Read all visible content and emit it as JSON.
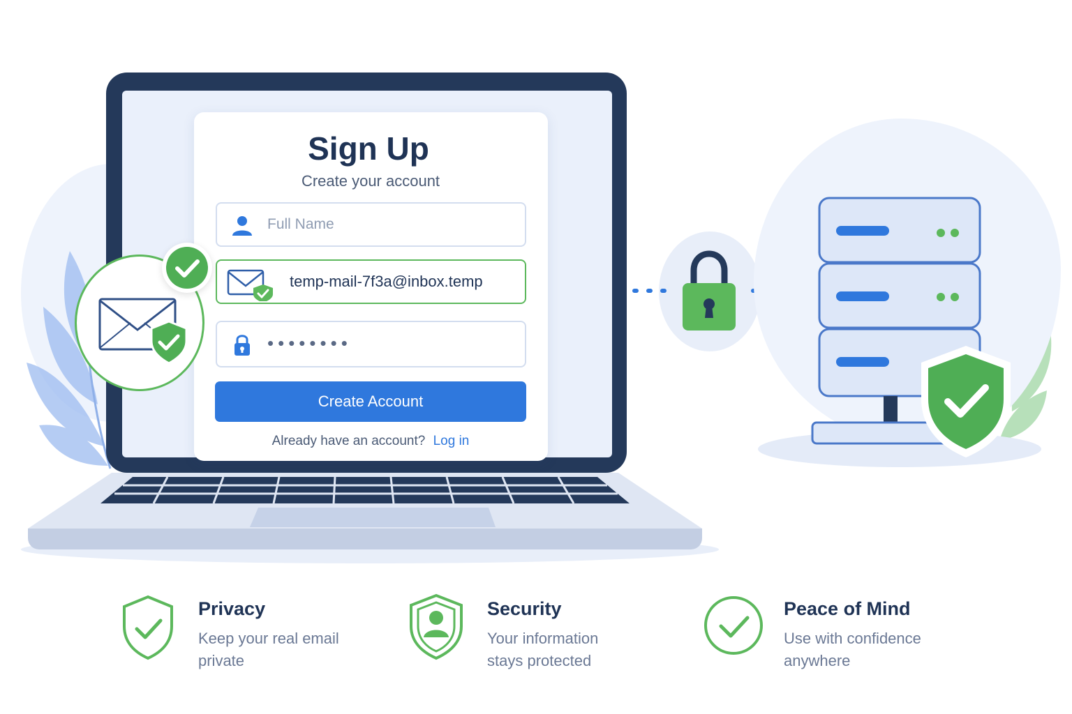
{
  "signup": {
    "title": "Sign Up",
    "subtitle": "Create your account",
    "name_placeholder": "Full Name",
    "email_value": "temp-mail-7f3a@inbox.temp",
    "password_masked": "••••••••",
    "submit_label": "Create Account",
    "login_prompt": "Already have an account?",
    "login_link": "Log in"
  },
  "features": [
    {
      "title": "Privacy",
      "line1": "Keep your real email",
      "line2": "private",
      "icon": "shield-check-icon"
    },
    {
      "title": "Security",
      "line1": "Your information",
      "line2": "stays protected",
      "icon": "shield-user-icon"
    },
    {
      "title": "Peace of Mind",
      "line1": "Use with confidence",
      "line2": "anywhere",
      "icon": "circle-check-icon"
    }
  ],
  "colors": {
    "navy": "#24395a",
    "primary_blue": "#2f78dd",
    "success_green": "#5cb85c",
    "soft_blue": "#eaf0fb"
  }
}
